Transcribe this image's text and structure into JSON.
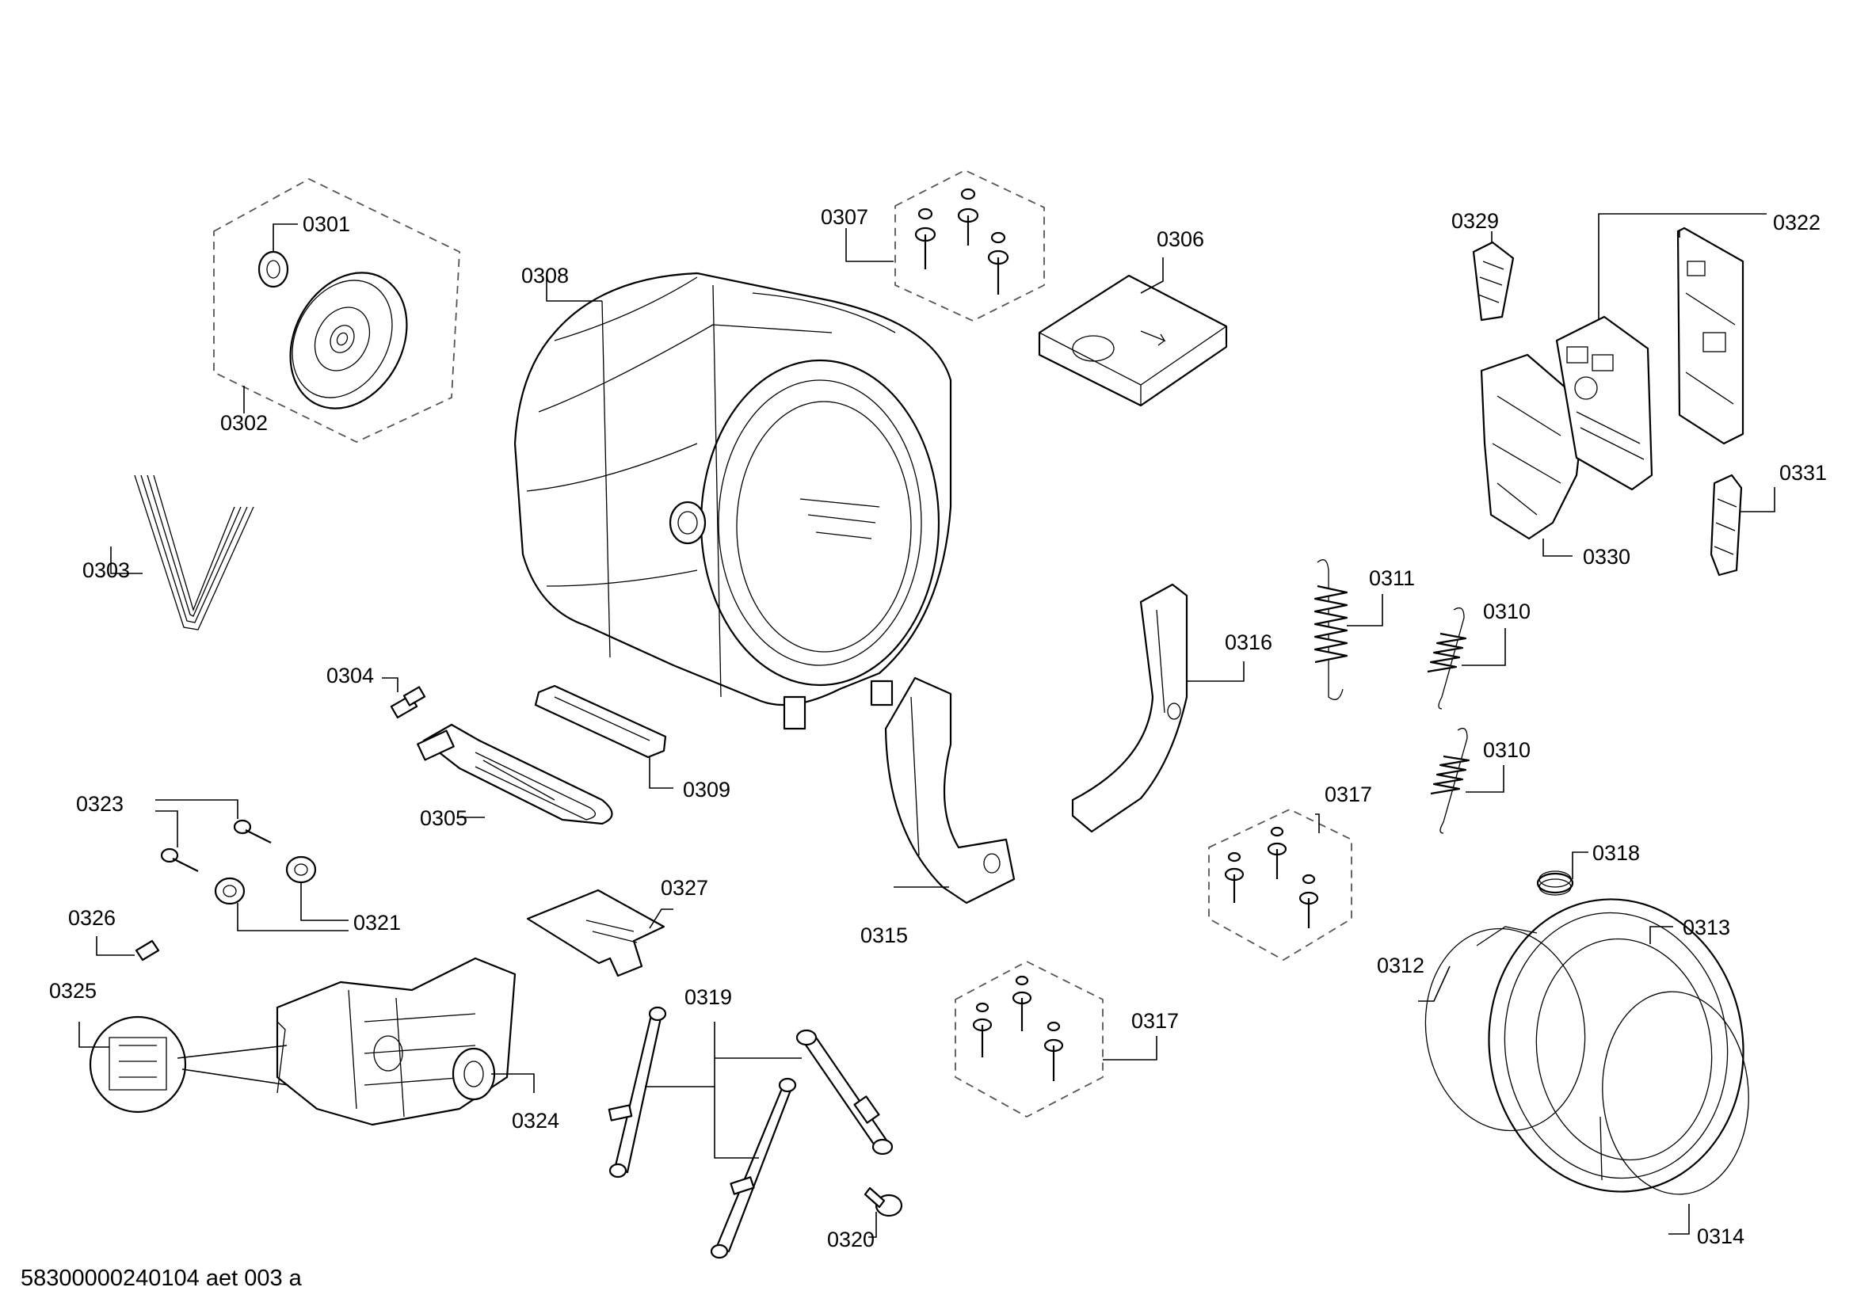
{
  "diagram": {
    "labels": {
      "p0301": "0301",
      "p0302": "0302",
      "p0303": "0303",
      "p0304": "0304",
      "p0305": "0305",
      "p0306": "0306",
      "p0307": "0307",
      "p0308": "0308",
      "p0309": "0309",
      "p0310a": "0310",
      "p0310b": "0310",
      "p0311": "0311",
      "p0312": "0312",
      "p0313": "0313",
      "p0314": "0314",
      "p0315": "0315",
      "p0316": "0316",
      "p0317a": "0317",
      "p0317b": "0317",
      "p0318": "0318",
      "p0319": "0319",
      "p0320": "0320",
      "p0321": "0321",
      "p0322": "0322",
      "p0323": "0323",
      "p0324": "0324",
      "p0325": "0325",
      "p0326": "0326",
      "p0327": "0327",
      "p0329": "0329",
      "p0330": "0330",
      "p0331": "0331"
    }
  },
  "footer": {
    "code": "58300000240104 aet 003 a"
  }
}
